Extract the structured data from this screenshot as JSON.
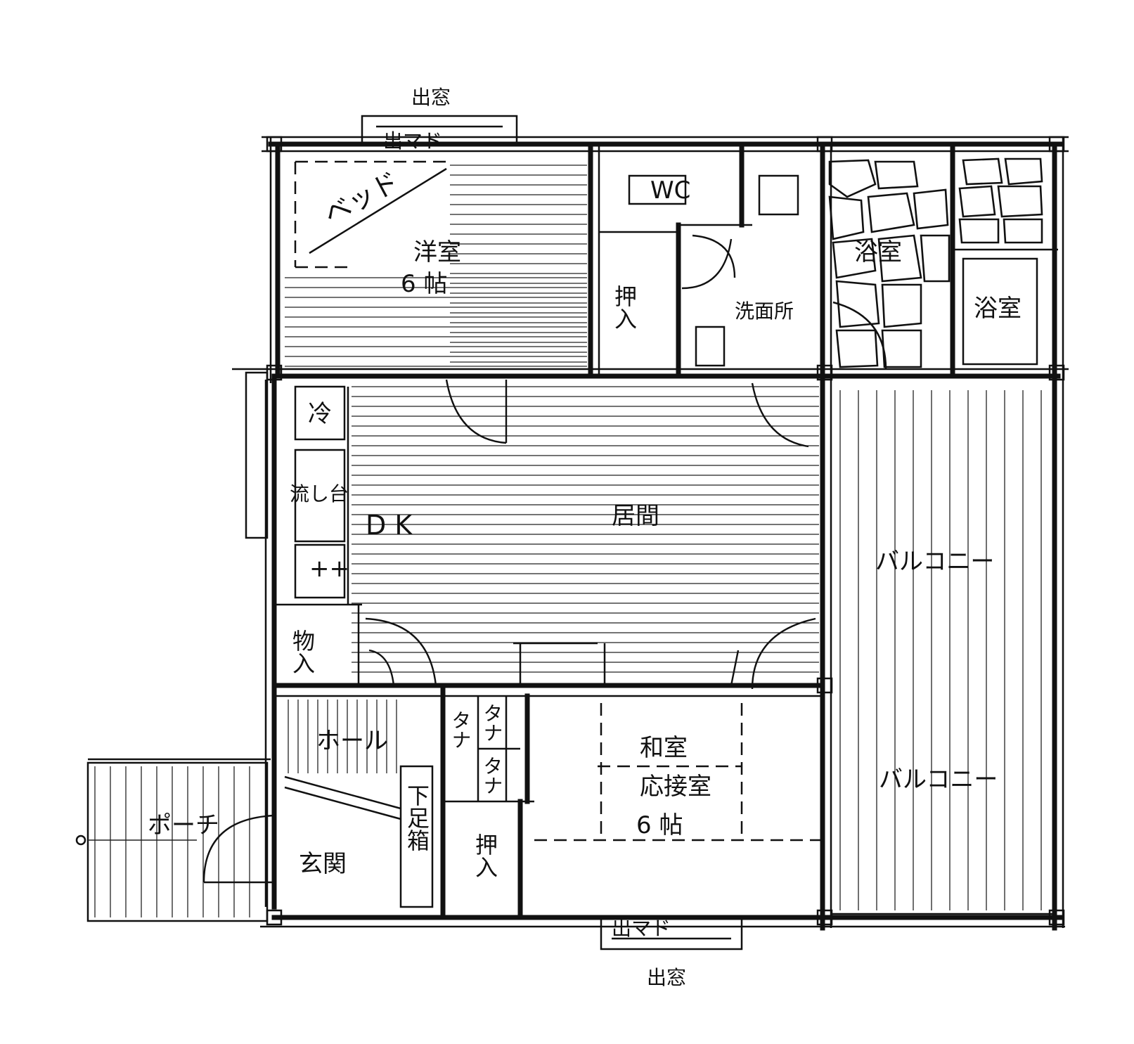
{
  "labels": {
    "bay_window_top": "出窓",
    "bay_window_top_inner": "出マド",
    "bed": "ベッド",
    "western_room": "洋室",
    "western_room_size": "6 帖",
    "wc": "WC",
    "closet_western": "押入",
    "washroom": "洗面所",
    "bath_stone": "浴室",
    "bath_tub": "浴室",
    "fridge": "冷",
    "sink": "流し台",
    "dk": "D K",
    "living": "居間",
    "stove": "++",
    "balcony_upper": "バルコニー",
    "balcony_lower": "バルコニー",
    "storage": "物入",
    "hall": "ホール",
    "shelf_1": "タナ",
    "shelf_2": "タナ",
    "shelf_3": "タナ",
    "japanese_room": "和室",
    "reception_room": "応接室",
    "japanese_room_size": "6 帖",
    "shoe_box": "下足箱",
    "closet_japanese": "押入",
    "porch": "ポーチ",
    "entrance": "玄関",
    "bay_window_bottom_inner": "出マド",
    "bay_window_bottom": "出窓"
  }
}
